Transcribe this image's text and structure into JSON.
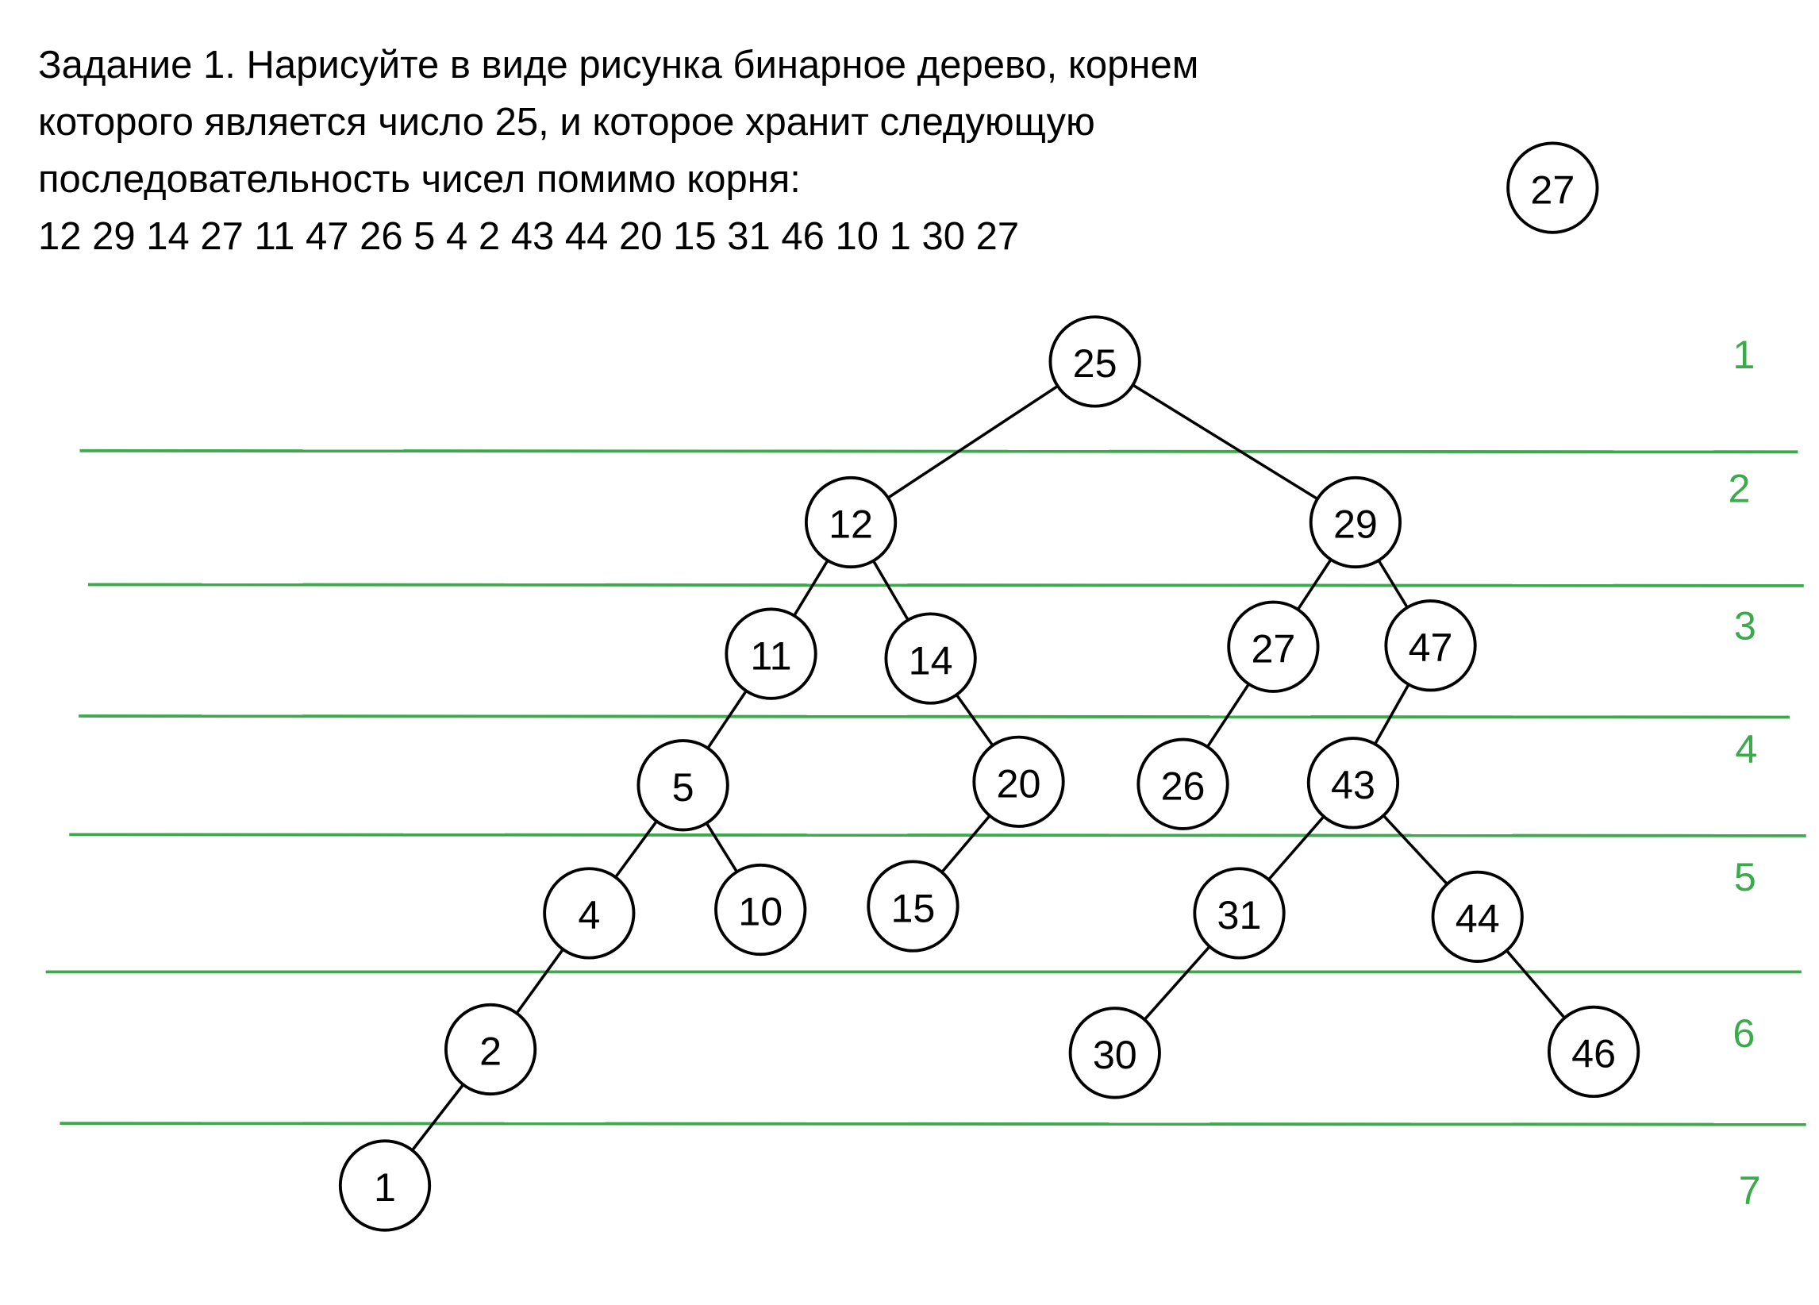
{
  "task": {
    "line1": "Задание 1. Нарисуйте в виде рисунка бинарное дерево, корнем",
    "line2": "которого является число 25, и которое хранит следующую",
    "line3": "последовательность чисел помимо корня:",
    "sequence": "12 29 14 27 11 47 26 5 4 2 43 44 20 15 31 46 10 1 30 27"
  },
  "colors": {
    "level_line": "#3aaa4a",
    "level_label": "#3aaa4a",
    "node_stroke": "#000000",
    "edge": "#000000",
    "text": "#000000"
  },
  "extra_node": {
    "label": "27"
  },
  "level_labels": [
    "1",
    "2",
    "3",
    "4",
    "5",
    "6",
    "7"
  ],
  "tree": {
    "root": "25",
    "nodes": [
      {
        "id": "n25",
        "label": "25",
        "level": 1
      },
      {
        "id": "n12",
        "label": "12",
        "level": 2
      },
      {
        "id": "n29",
        "label": "29",
        "level": 2
      },
      {
        "id": "n11",
        "label": "11",
        "level": 3
      },
      {
        "id": "n14",
        "label": "14",
        "level": 3
      },
      {
        "id": "n27",
        "label": "27",
        "level": 3
      },
      {
        "id": "n47",
        "label": "47",
        "level": 3
      },
      {
        "id": "n5",
        "label": "5",
        "level": 4
      },
      {
        "id": "n20",
        "label": "20",
        "level": 4
      },
      {
        "id": "n26",
        "label": "26",
        "level": 4
      },
      {
        "id": "n43",
        "label": "43",
        "level": 4
      },
      {
        "id": "n4",
        "label": "4",
        "level": 5
      },
      {
        "id": "n10",
        "label": "10",
        "level": 5
      },
      {
        "id": "n15",
        "label": "15",
        "level": 5
      },
      {
        "id": "n31",
        "label": "31",
        "level": 5
      },
      {
        "id": "n44",
        "label": "44",
        "level": 5
      },
      {
        "id": "n2",
        "label": "2",
        "level": 6
      },
      {
        "id": "n30",
        "label": "30",
        "level": 6
      },
      {
        "id": "n46",
        "label": "46",
        "level": 6
      },
      {
        "id": "n1",
        "label": "1",
        "level": 7
      }
    ],
    "edges": [
      [
        "n25",
        "n12"
      ],
      [
        "n25",
        "n29"
      ],
      [
        "n12",
        "n11"
      ],
      [
        "n12",
        "n14"
      ],
      [
        "n29",
        "n27"
      ],
      [
        "n29",
        "n47"
      ],
      [
        "n11",
        "n5"
      ],
      [
        "n14",
        "n20"
      ],
      [
        "n27",
        "n26"
      ],
      [
        "n47",
        "n43"
      ],
      [
        "n5",
        "n4"
      ],
      [
        "n5",
        "n10"
      ],
      [
        "n20",
        "n15"
      ],
      [
        "n43",
        "n31"
      ],
      [
        "n43",
        "n44"
      ],
      [
        "n4",
        "n2"
      ],
      [
        "n31",
        "n30"
      ],
      [
        "n44",
        "n46"
      ],
      [
        "n2",
        "n1"
      ]
    ]
  }
}
